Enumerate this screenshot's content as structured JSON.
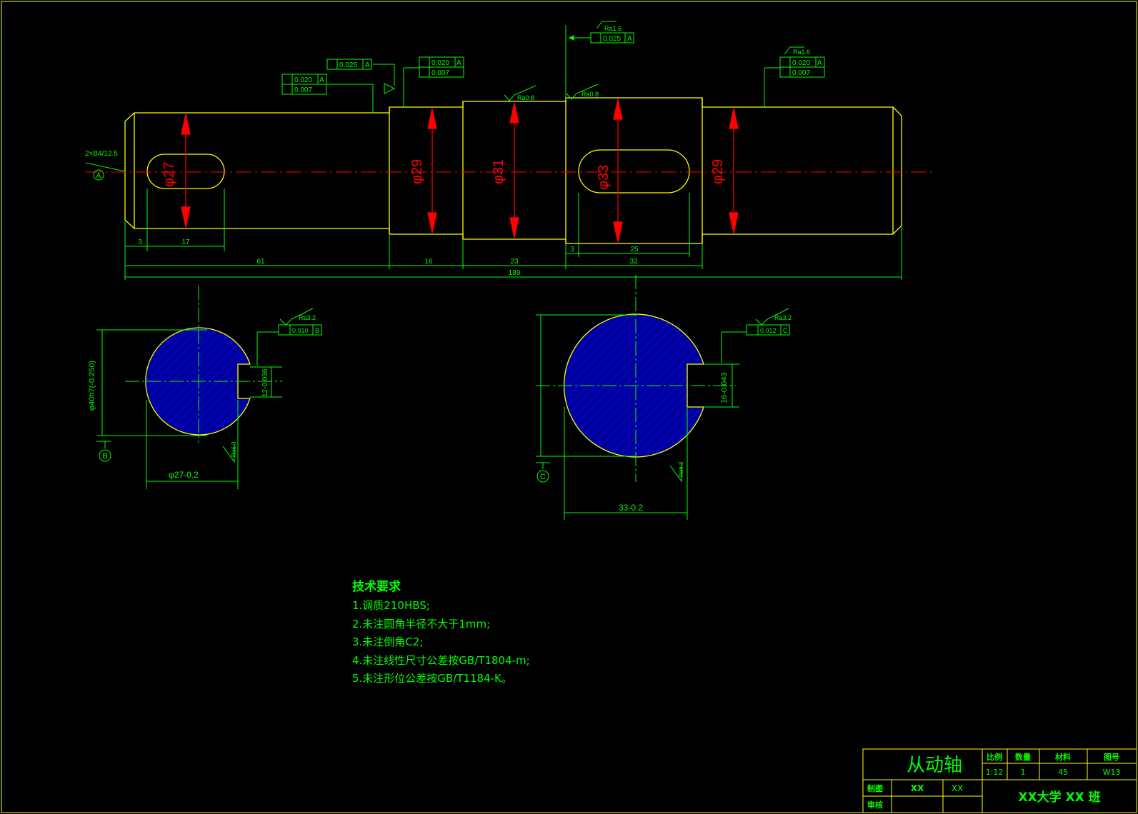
{
  "colors": {
    "background": "#000000",
    "outline": "#ffff00",
    "dimension": "#00ff00",
    "center_line": "#ff0000",
    "hatch": "#000099",
    "hatch_line": "#0000ff"
  },
  "shaft": {
    "datum_a": "A",
    "center_hole": "2×B4/12.5",
    "diameters": {
      "d1": "φ27",
      "d2": "φ29",
      "d3": "φ31",
      "d4": "φ33",
      "d5": "φ29"
    },
    "lengths": {
      "offset1": "3",
      "key1": "17",
      "offset2": "3",
      "key2": "25",
      "seg1": "61",
      "seg2": "16",
      "seg3": "23",
      "seg4": "32",
      "total": "189"
    },
    "roughness": {
      "seat1": "Ra0.8",
      "seat2": "Ra0.8",
      "bearing1": "Ra1.6",
      "bearing2": "Ra1.6"
    },
    "tolerances": {
      "runout_a1": "0.025",
      "runout_a2": "0.025",
      "runout_b1": "0.020",
      "cyl_b1": "0.007",
      "runout_b2": "0.020",
      "cyl_b2": "0.007",
      "runout_b3": "0.020",
      "cyl_b3": "0.007",
      "ref_a": "A"
    }
  },
  "section_b": {
    "datum": "B",
    "diameter": "φ40h7(-0.250)",
    "width": "φ27-0.2",
    "key_width": "12-0.036",
    "roughness_top": "Ra3.2",
    "roughness_side": "Ra6.3",
    "sym_tol": "0.010",
    "sym_ref": "B"
  },
  "section_c": {
    "datum": "C",
    "width": "33-0.2",
    "key_width": "16-0.043",
    "roughness_top": "Ra3.2",
    "roughness_side": "Ra6.3",
    "sym_tol": "0.012",
    "sym_ref": "C"
  },
  "technical_requirements": {
    "title": "技术要求",
    "items": [
      "1.调质210HBS;",
      "2.未注圆角半径不大于1mm;",
      "3.未注倒角C2;",
      "4.未注线性尺寸公差按GB/T1804-m;",
      "5.未注形位公差按GB/T1184-K。"
    ]
  },
  "title_block": {
    "part_name": "从动轴",
    "h_scale": "比例",
    "h_qty": "数量",
    "h_material": "材料",
    "h_drawing_no": "图号",
    "scale": "1:12",
    "qty": "1",
    "material": "45",
    "drawing_no": "W13",
    "drawn_label": "制图",
    "checked_label": "审核",
    "drawn_by": "XX",
    "drawn_date": "XX",
    "school": "XX大学 XX 班"
  }
}
